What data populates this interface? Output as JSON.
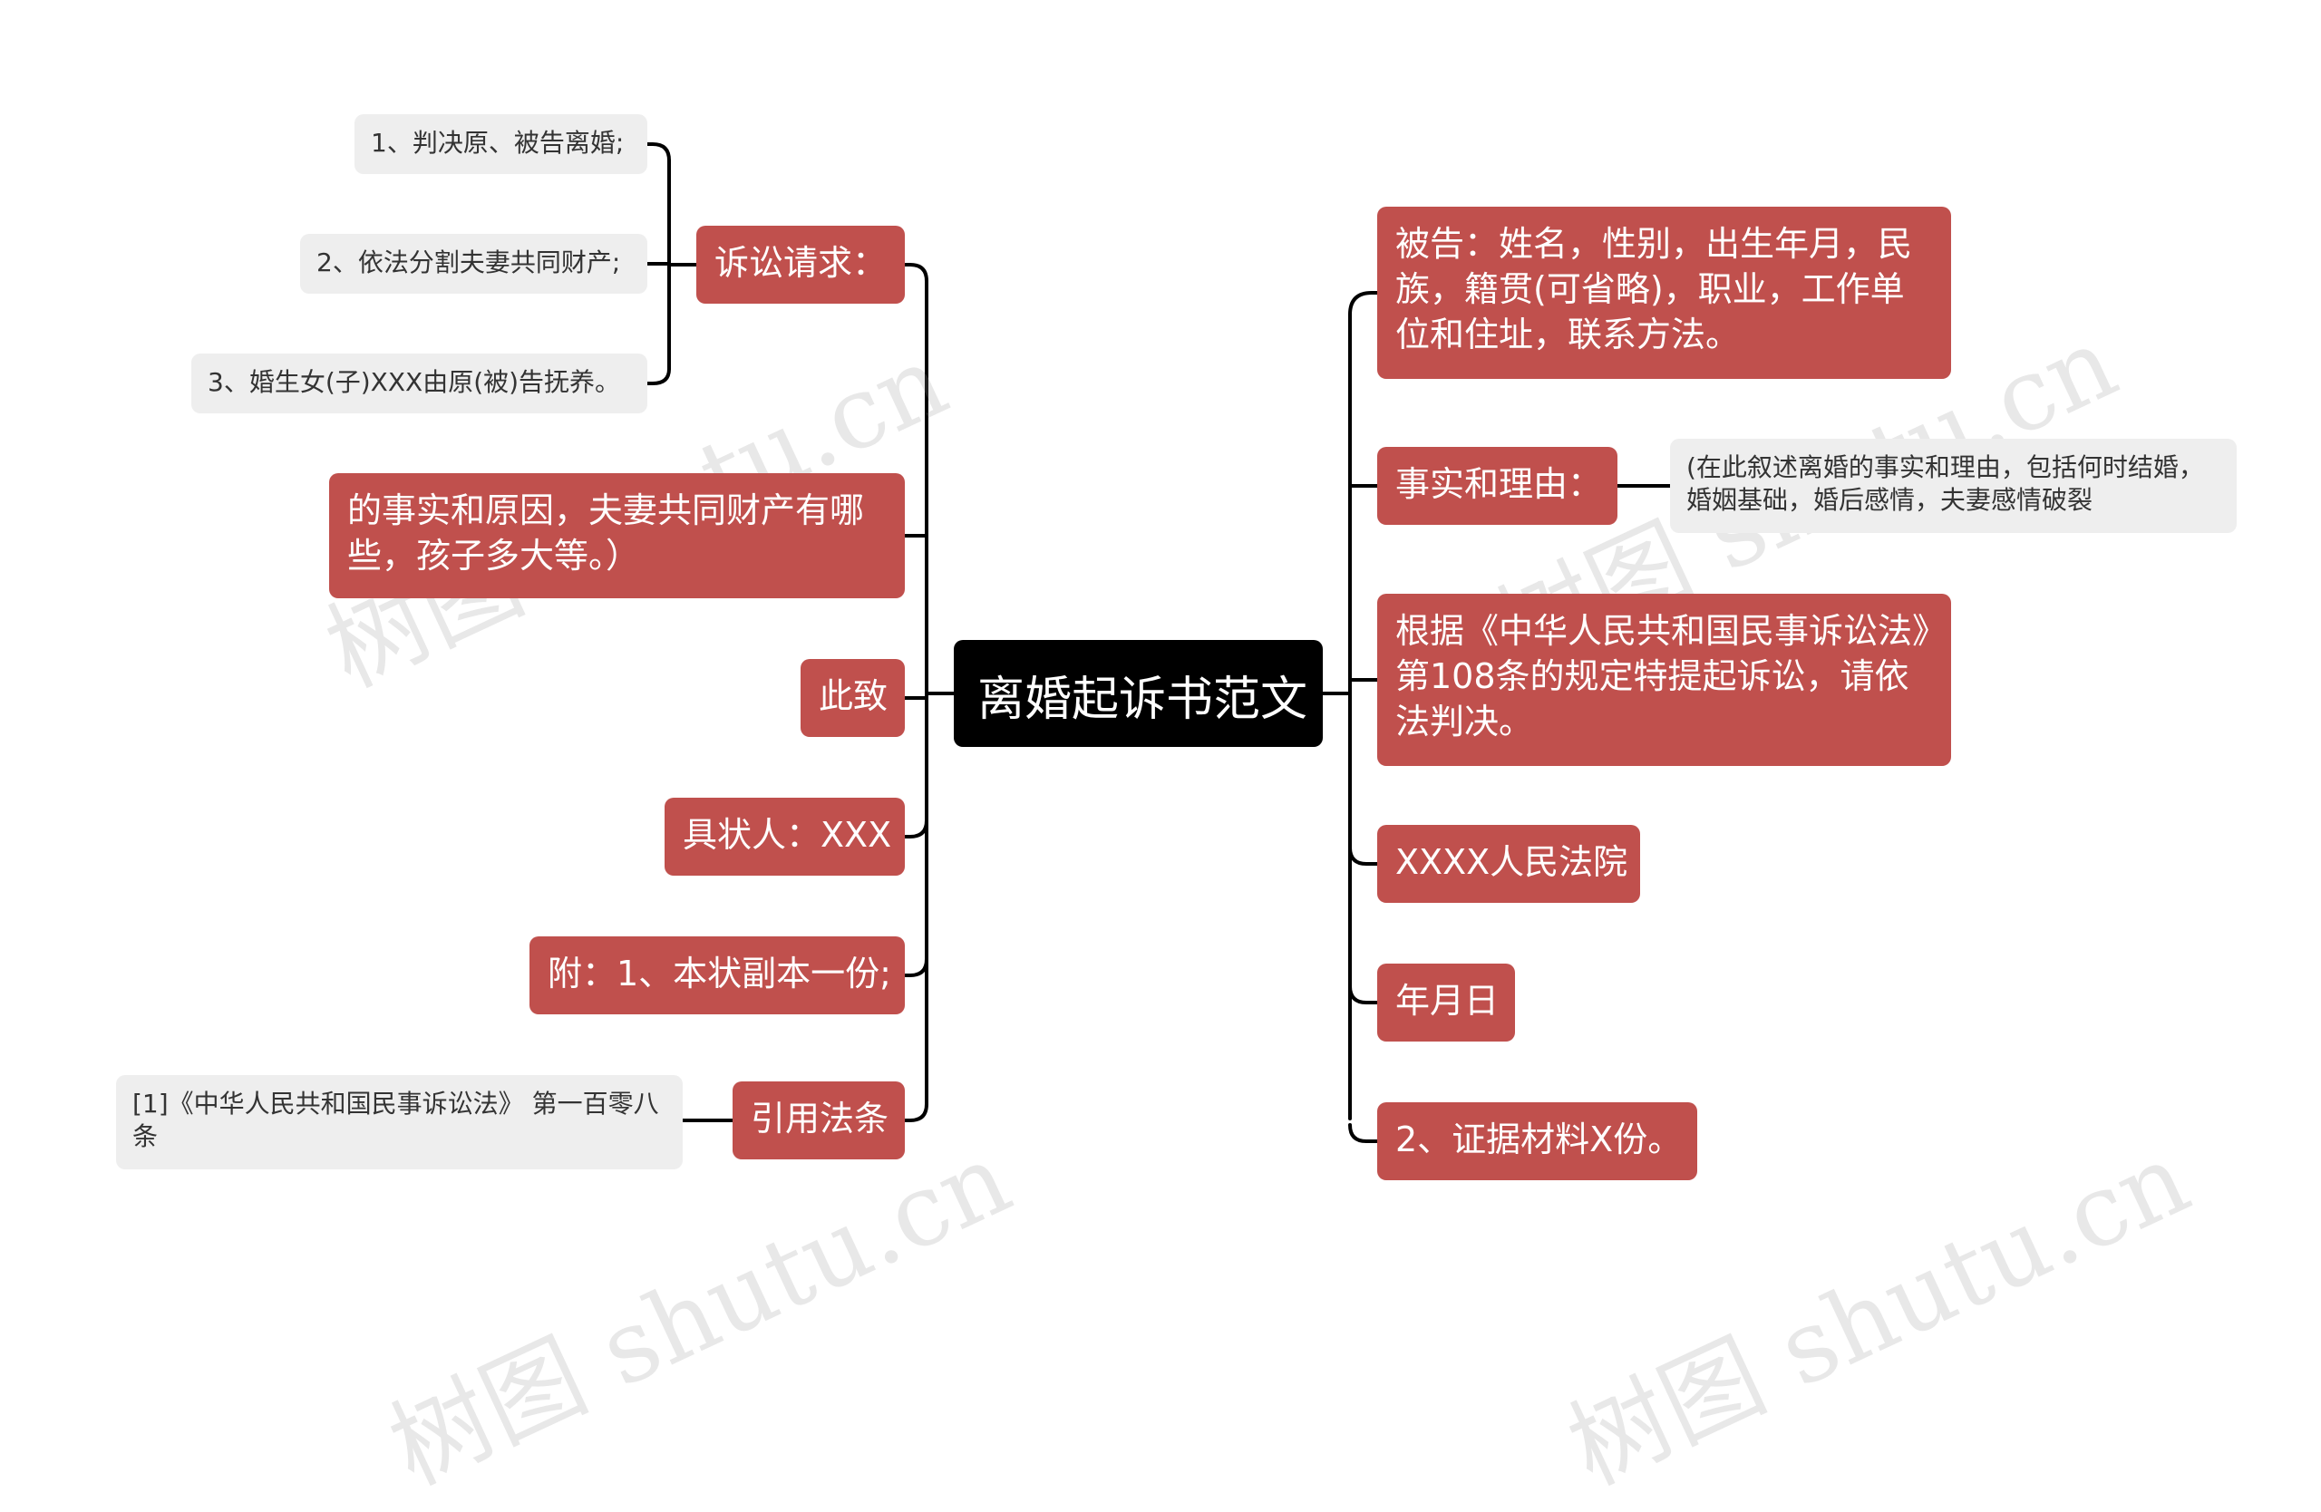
{
  "root": {
    "title": "离婚起诉书范文"
  },
  "left": {
    "request": {
      "label": "诉讼请求：",
      "children": [
        "1、判决原、被告离婚;",
        "2、依法分割夫妻共同财产;",
        "3、婚生女(子)XXX由原(被)告抚养。"
      ]
    },
    "facts_cont": "的事实和原因，夫妻共同财产有哪些，孩子多大等。）",
    "cizhi": "此致",
    "signer": "具状人：XXX",
    "attach": "附：1、本状副本一份;",
    "law": {
      "label": "引用法条",
      "children": [
        "[1]《中华人民共和国民事诉讼法》 第一百零八条"
      ]
    }
  },
  "right": {
    "defendant": "被告：姓名，性别，出生年月，民族，籍贯(可省略)，职业，工作单位和住址，联系方法。",
    "facts": {
      "label": "事实和理由：",
      "children": [
        "(在此叙述离婚的事实和理由，包括何时结婚，婚姻基础，婚后感情，夫妻感情破裂"
      ]
    },
    "basis": "根据《中华人民共和国民事诉讼法》第108条的规定特提起诉讼，请依法判决。",
    "court": "XXXX人民法院",
    "date": "年月日",
    "evidence": "2、证据材料X份。"
  },
  "watermark": "树图 shutu.cn",
  "colors": {
    "node": "#c0504d",
    "root": "#000000",
    "leaf": "#eeeeee",
    "line": "#000000"
  }
}
